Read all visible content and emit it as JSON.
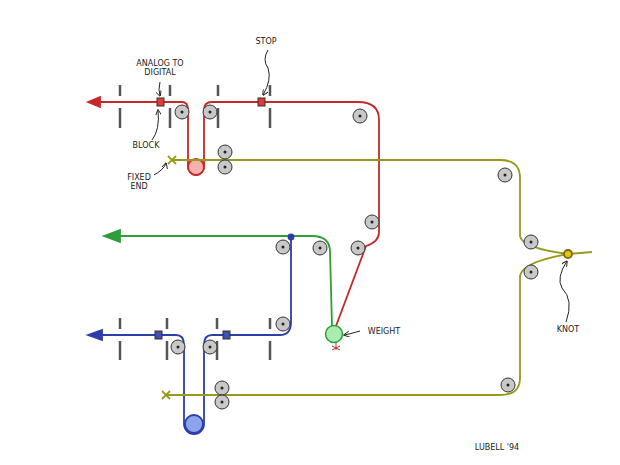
{
  "diagram": {
    "labels": [
      "ANALOG TO DIGITAL",
      "STOP",
      "BLOCK",
      "FIXED END",
      "WEIGHT",
      "KNOT",
      "LUBELL '94"
    ]
  }
}
